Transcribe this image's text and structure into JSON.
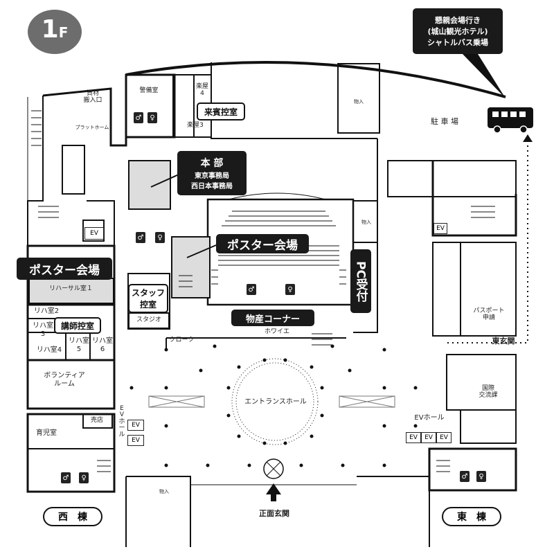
{
  "floor": {
    "number": "1",
    "suffix": "F"
  },
  "callouts": {
    "shuttle": [
      "懇親会場行き",
      "(城山観光ホテル)",
      "シャトルバス乗場"
    ],
    "poster_main": "ポスター会場",
    "poster_west": "ポスター会場",
    "honbu": [
      "本 部",
      "東京事務局",
      "西日本事務局"
    ],
    "pc": "PC受付",
    "bussan": "物産コーナー",
    "staff": [
      "スタッフ",
      "控室"
    ],
    "raihin": "来賓控室",
    "koushi": "講師控室"
  },
  "rooms": {
    "shizai": [
      "資材",
      "搬入口"
    ],
    "platform": "プラットホーム",
    "keibi": "警備室",
    "gakuya4": [
      "楽屋",
      "4"
    ],
    "gakuya3": "楽屋3",
    "hannyu": "物入",
    "monoire_pc": "物入",
    "monoire_bottom": "物入",
    "chusha": "駐 車 場",
    "rehearsal1": "リハーサル室１",
    "riha2": "リハ室2",
    "riha3": [
      "リハ室",
      "3"
    ],
    "riha4": "リハ室4",
    "riha5": [
      "リハ室",
      "5"
    ],
    "riha6": [
      "リハ室",
      "6"
    ],
    "studio": "スタジオ",
    "cloak": "クローク",
    "foyer": "ホワイエ",
    "volunteer": [
      "ボランティア",
      "ルーム"
    ],
    "ikuji": "育児室",
    "baiten": "売店",
    "ev_hall_w": [
      "E",
      "V",
      "ホ",
      "ー",
      "ル"
    ],
    "entrance_hall": "エントランスホール",
    "passport": [
      "パスポート",
      "申請"
    ],
    "kokusai": [
      "国際",
      "交流課"
    ],
    "ev_hall_e": "EVホール",
    "higashi_genkan": "東玄関",
    "shomen_genkan": "正面玄関",
    "nishi": "西　棟",
    "higashi": "東　棟",
    "ev": "EV"
  }
}
